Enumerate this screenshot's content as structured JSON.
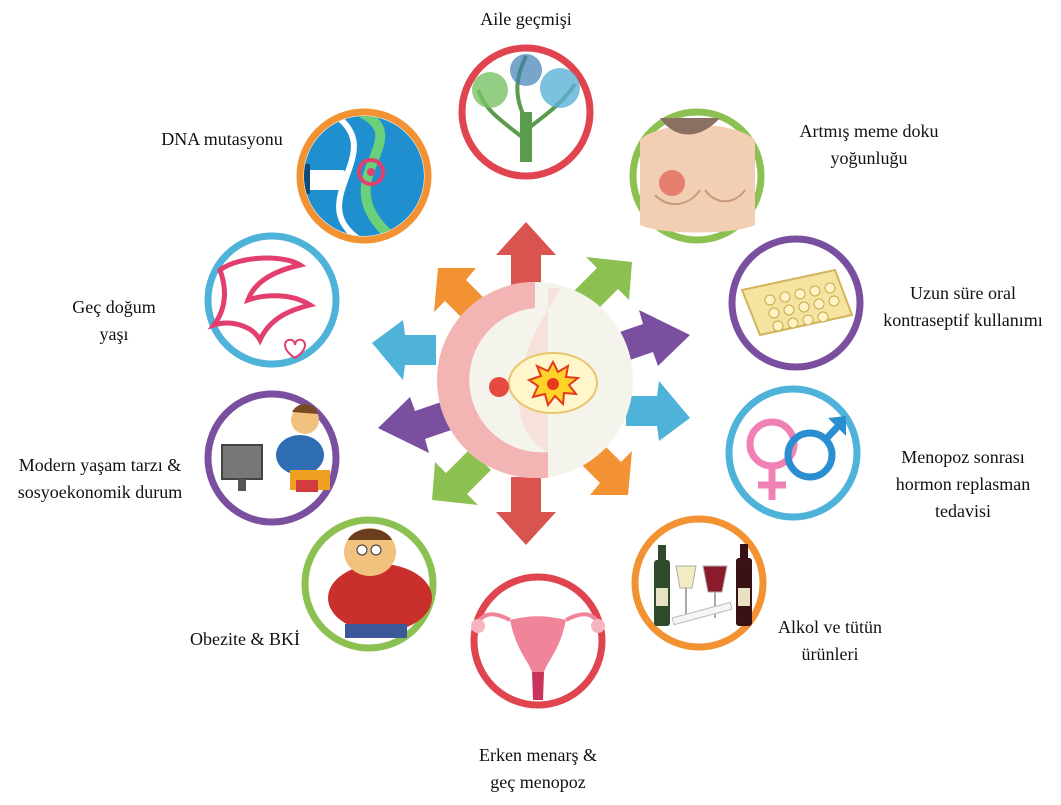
{
  "diagram": {
    "factors": [
      {
        "id": "aile",
        "lines": [
          "Aile geçmişi"
        ],
        "ring_color": "#e0444f",
        "icon": "family-tree-icon"
      },
      {
        "id": "yogunluk",
        "lines": [
          "Artmış meme doku",
          "yoğunluğu"
        ],
        "ring_color": "#8cc152",
        "icon": "breast-density-icon"
      },
      {
        "id": "oral",
        "lines": [
          "Uzun süre oral",
          "kontraseptif kullanımı"
        ],
        "ring_color": "#7b4fa0",
        "icon": "pill-pack-icon"
      },
      {
        "id": "hormon",
        "lines": [
          "Menopoz sonrası",
          "hormon replasman",
          "tedavisi"
        ],
        "ring_color": "#4fb3d9",
        "icon": "gender-symbols-icon"
      },
      {
        "id": "alkol",
        "lines": [
          "Alkol ve tütün",
          "ürünleri"
        ],
        "ring_color": "#f39233",
        "icon": "wine-cigarette-icon"
      },
      {
        "id": "menars",
        "lines": [
          "Erken menarş &",
          "geç menopoz"
        ],
        "ring_color": "#e0444f",
        "icon": "uterus-icon"
      },
      {
        "id": "obezite",
        "lines": [
          "Obezite & BKİ"
        ],
        "ring_color": "#8cc152",
        "icon": "obese-person-icon"
      },
      {
        "id": "yasam",
        "lines": [
          "Modern yaşam tarzı &",
          "sosyoekonomik durum"
        ],
        "ring_color": "#7b4fa0",
        "icon": "sedentary-lifestyle-icon"
      },
      {
        "id": "dogum",
        "lines": [
          "Geç doğum",
          "yaşı"
        ],
        "ring_color": "#4fb3d9",
        "icon": "pregnancy-icon"
      },
      {
        "id": "dna",
        "lines": [
          "DNA mutasyonu"
        ],
        "ring_color": "#f39233",
        "icon": "dna-icon"
      }
    ],
    "arrow_colors": [
      "#d9534f",
      "#8cc152",
      "#7b4fa0",
      "#4fb3d9",
      "#f39233",
      "#d9534f",
      "#8cc152",
      "#7b4fa0",
      "#4fb3d9",
      "#f39233"
    ],
    "center_icon": "breast-tumor-icon"
  }
}
